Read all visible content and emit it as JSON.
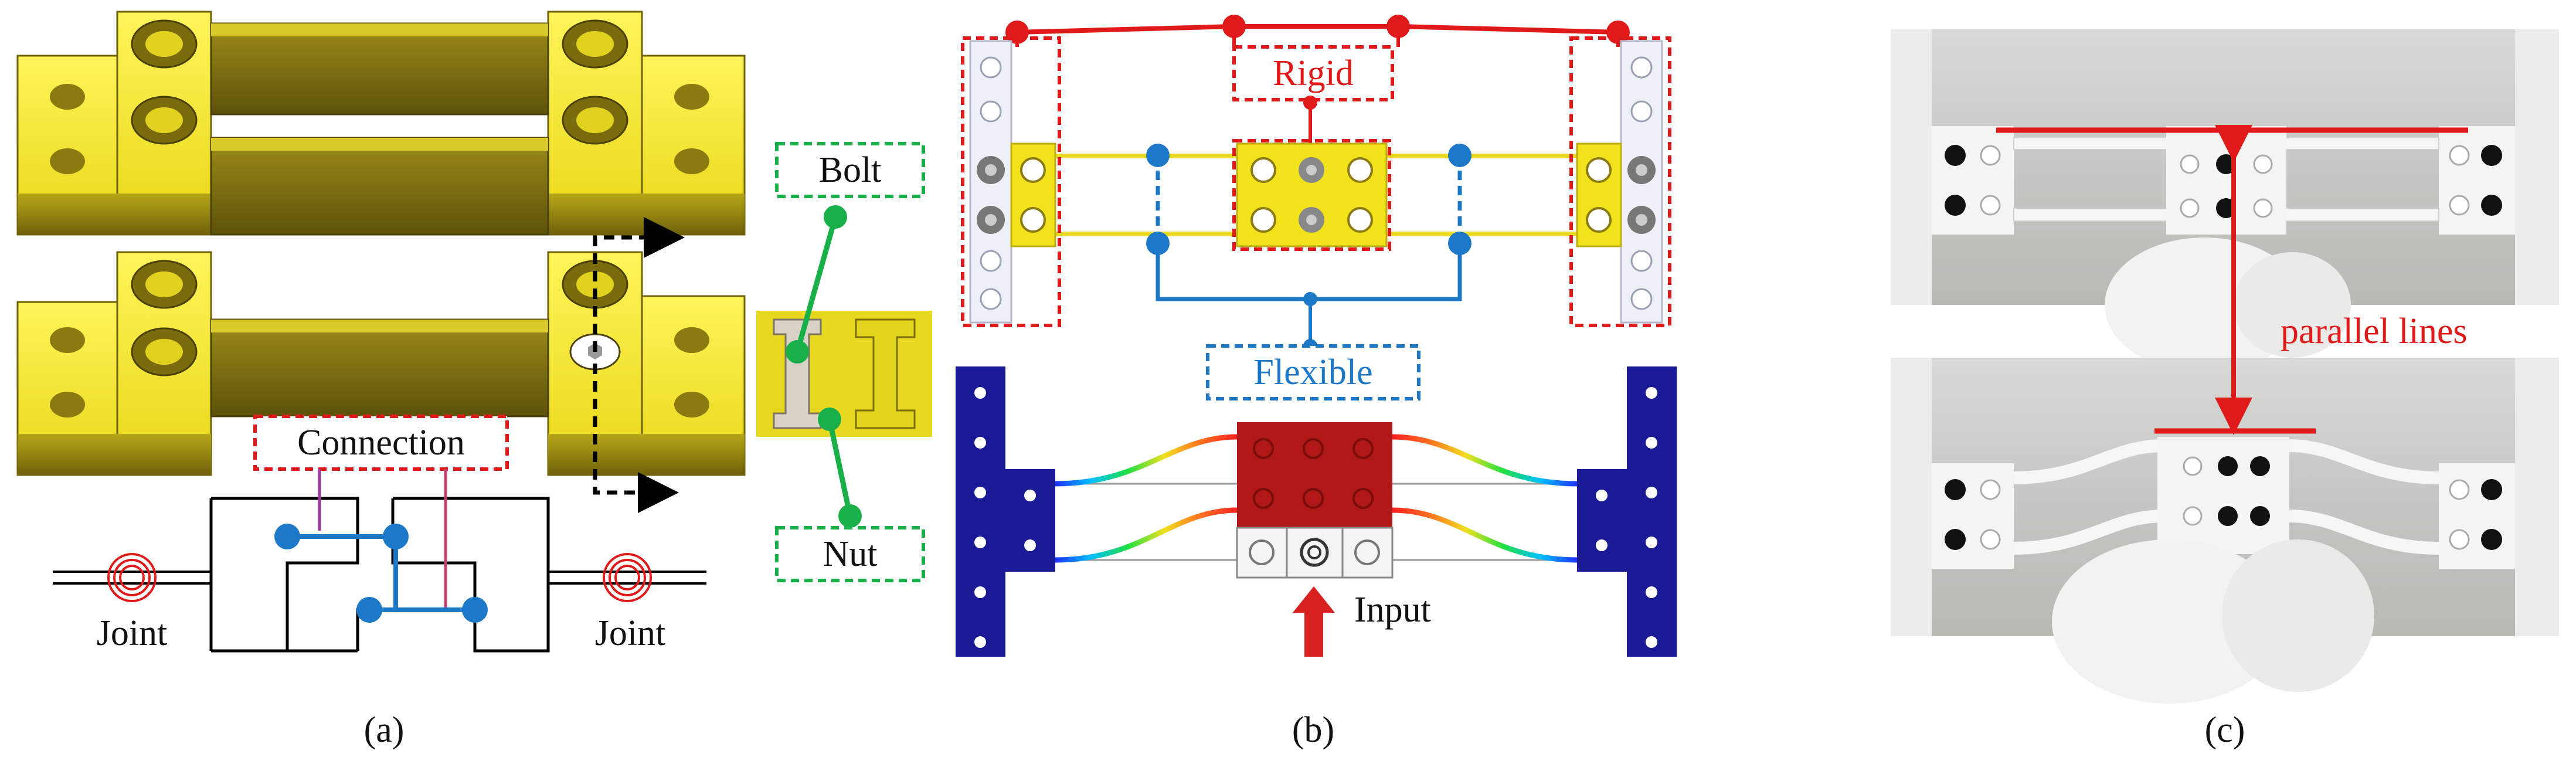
{
  "panel_a": {
    "caption": "(a)",
    "connection_label": "Connection",
    "joint_left": "Joint",
    "joint_right": "Joint",
    "bolt_label": "Bolt",
    "nut_label": "Nut"
  },
  "panel_b": {
    "caption": "(b)",
    "rigid_label": "Rigid",
    "flexible_label": "Flexible",
    "input_label": "Input"
  },
  "panel_c": {
    "caption": "(c)",
    "parallel_label": "parallel lines"
  },
  "colors": {
    "yellow": "#f2e21c",
    "yellow_dark": "#8a7a10",
    "rigid_red": "#e01a1a",
    "flexible_blue": "#1e78c8",
    "bolt_green": "#19b04a",
    "frame_navy": "#1a1a96",
    "block_red": "#b01818"
  }
}
